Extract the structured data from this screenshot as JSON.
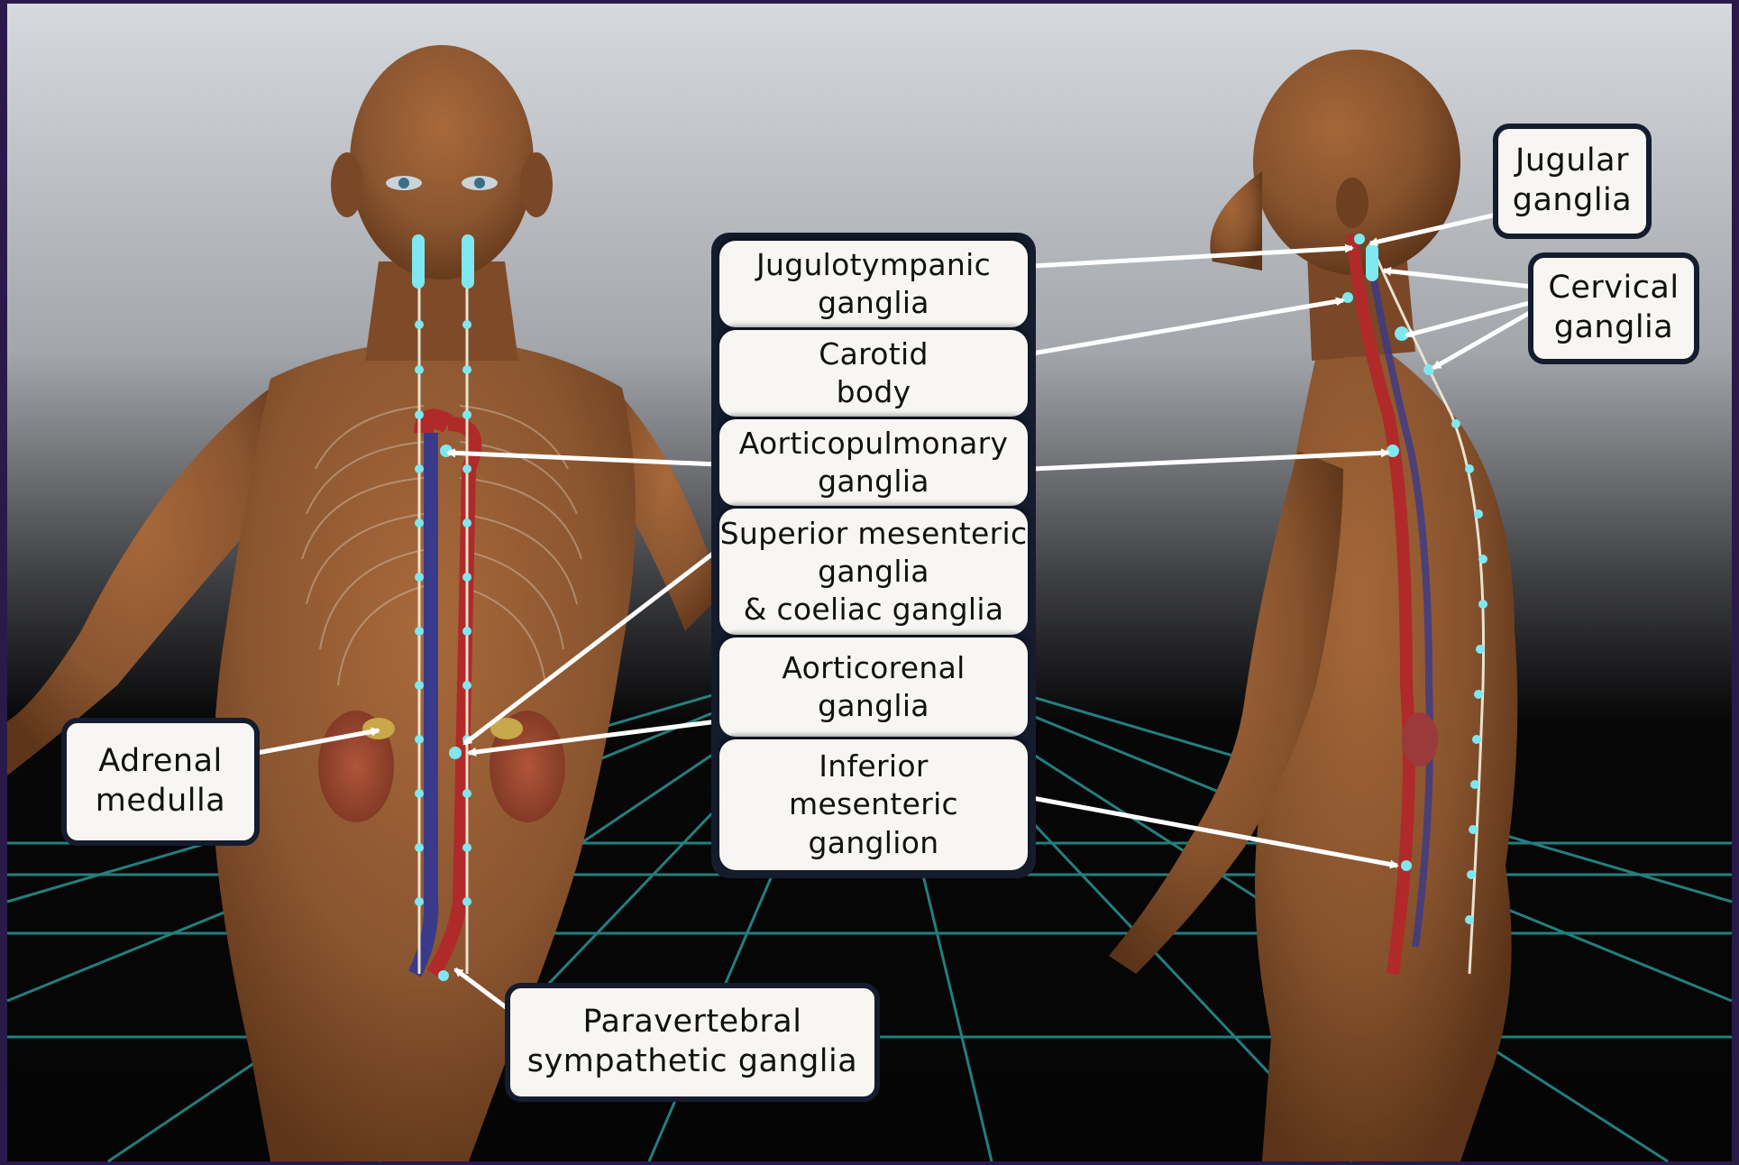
{
  "diagram": {
    "labels": {
      "jugulotympanic": "Jugulotympanic\nganglia",
      "carotid": "Carotid\nbody",
      "aorticopulmonary": "Aorticopulmonary\nganglia",
      "sup_mesenteric": "Superior mesenteric\nganglia\n& coeliac ganglia",
      "aorticorenal": "Aorticorenal\nganglia",
      "inf_mesenteric": "Inferior\nmesenteric\nganglion",
      "jugular": "Jugular\nganglia",
      "cervical": "Cervical\nganglia",
      "adrenal": "Adrenal\nmedulla",
      "paravertebral": "Paravertebral\nsympathetic ganglia"
    },
    "colors": {
      "frame": "#2a1a4a",
      "box_border": "#141c2e",
      "box_fill": "#f7f6f2",
      "skin": "#8a5530",
      "artery": "#b02a2a",
      "vein": "#3a3a8a",
      "ganglion": "#7fe7f0",
      "grid": "#2fa6a6"
    }
  }
}
